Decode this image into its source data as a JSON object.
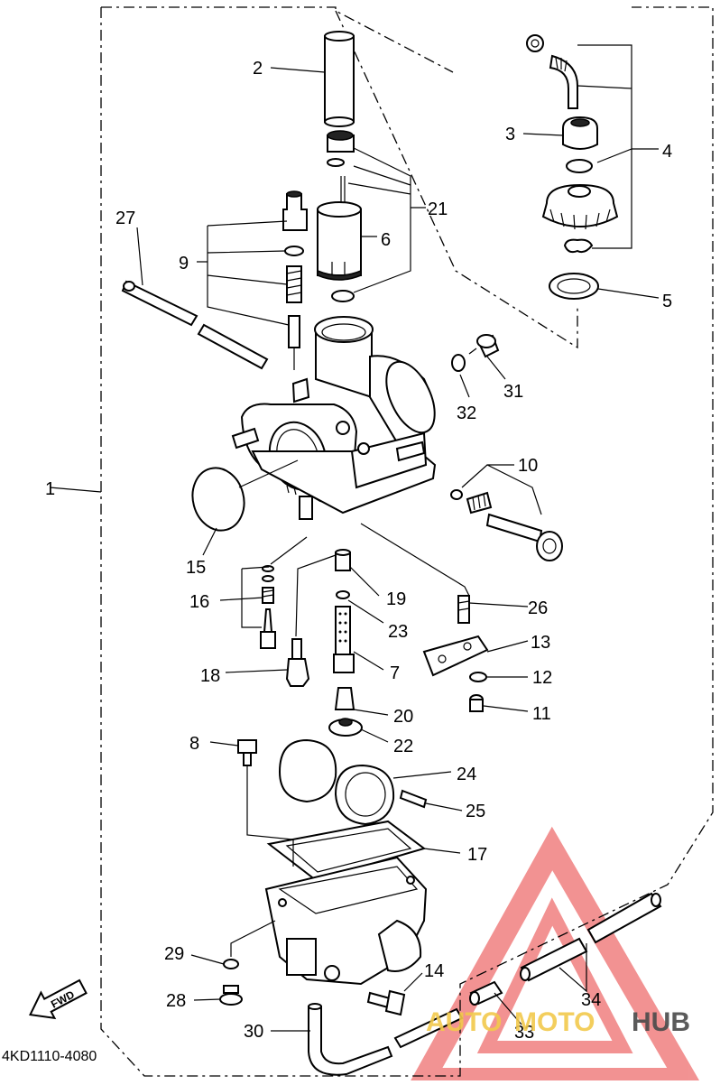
{
  "diagram": {
    "drawing_code": "4KD1110-4080",
    "fwd_arrow_text": "FWD",
    "watermark": {
      "brand_a": "AUTO",
      "brand_b": "MOTO",
      "brand_c": "HUB",
      "colors": {
        "triangle": "#e83a3a",
        "auto": "#f2c94c",
        "hub": "#4a4a4a"
      }
    },
    "callouts": [
      {
        "id": "c1",
        "text": "1"
      },
      {
        "id": "c2",
        "text": "2"
      },
      {
        "id": "c3",
        "text": "3"
      },
      {
        "id": "c4",
        "text": "4"
      },
      {
        "id": "c5",
        "text": "5"
      },
      {
        "id": "c6",
        "text": "6"
      },
      {
        "id": "c7",
        "text": "7"
      },
      {
        "id": "c8",
        "text": "8"
      },
      {
        "id": "c9",
        "text": "9"
      },
      {
        "id": "c10",
        "text": "10"
      },
      {
        "id": "c11",
        "text": "11"
      },
      {
        "id": "c12",
        "text": "12"
      },
      {
        "id": "c13",
        "text": "13"
      },
      {
        "id": "c14",
        "text": "14"
      },
      {
        "id": "c15",
        "text": "15"
      },
      {
        "id": "c16",
        "text": "16"
      },
      {
        "id": "c17",
        "text": "17"
      },
      {
        "id": "c18",
        "text": "18"
      },
      {
        "id": "c19",
        "text": "19"
      },
      {
        "id": "c20",
        "text": "20"
      },
      {
        "id": "c21",
        "text": "21"
      },
      {
        "id": "c22",
        "text": "22"
      },
      {
        "id": "c23",
        "text": "23"
      },
      {
        "id": "c24",
        "text": "24"
      },
      {
        "id": "c25",
        "text": "25"
      },
      {
        "id": "c26",
        "text": "26"
      },
      {
        "id": "c27",
        "text": "27"
      },
      {
        "id": "c28",
        "text": "28"
      },
      {
        "id": "c29",
        "text": "29"
      },
      {
        "id": "c30",
        "text": "30"
      },
      {
        "id": "c31",
        "text": "31"
      },
      {
        "id": "c32",
        "text": "32"
      },
      {
        "id": "c33",
        "text": "33"
      },
      {
        "id": "c34",
        "text": "34"
      }
    ]
  }
}
